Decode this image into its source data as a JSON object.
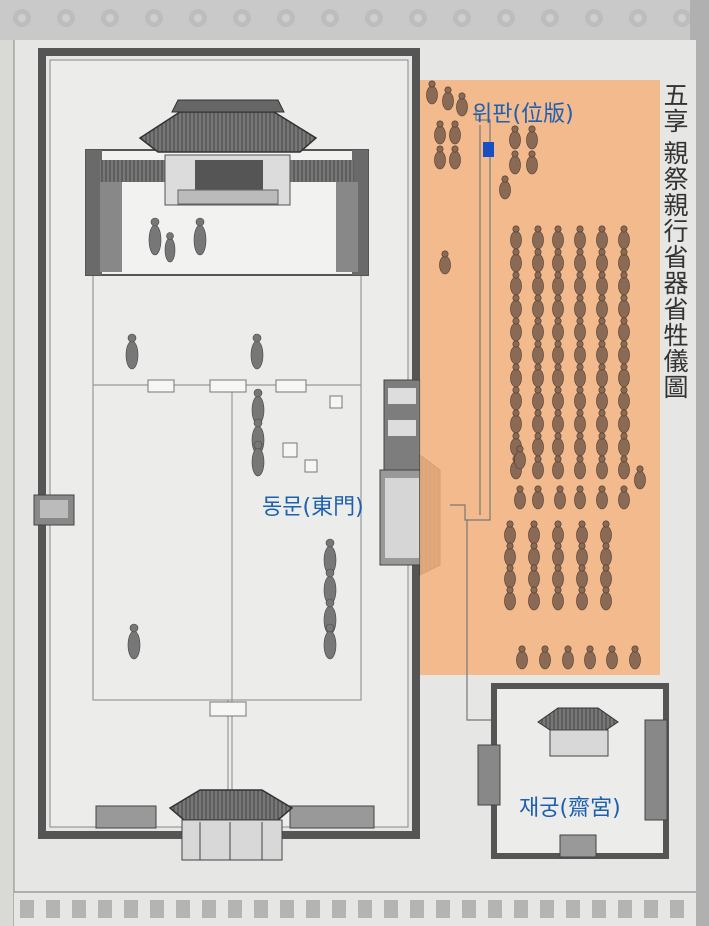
{
  "document": {
    "title_number": "五享",
    "title": "親祭親行省器省牲儀圖"
  },
  "annotations": {
    "wipan": "위판(位版)",
    "dongmun": "동문(東門)",
    "jaegung": "재궁(齋宮)"
  },
  "colors": {
    "paper": "#e8e8e6",
    "ink": "#4a4a4a",
    "highlight": "#f4b27e",
    "annotation_text": "#1d5fb0",
    "marker": "#1a4fc4"
  }
}
